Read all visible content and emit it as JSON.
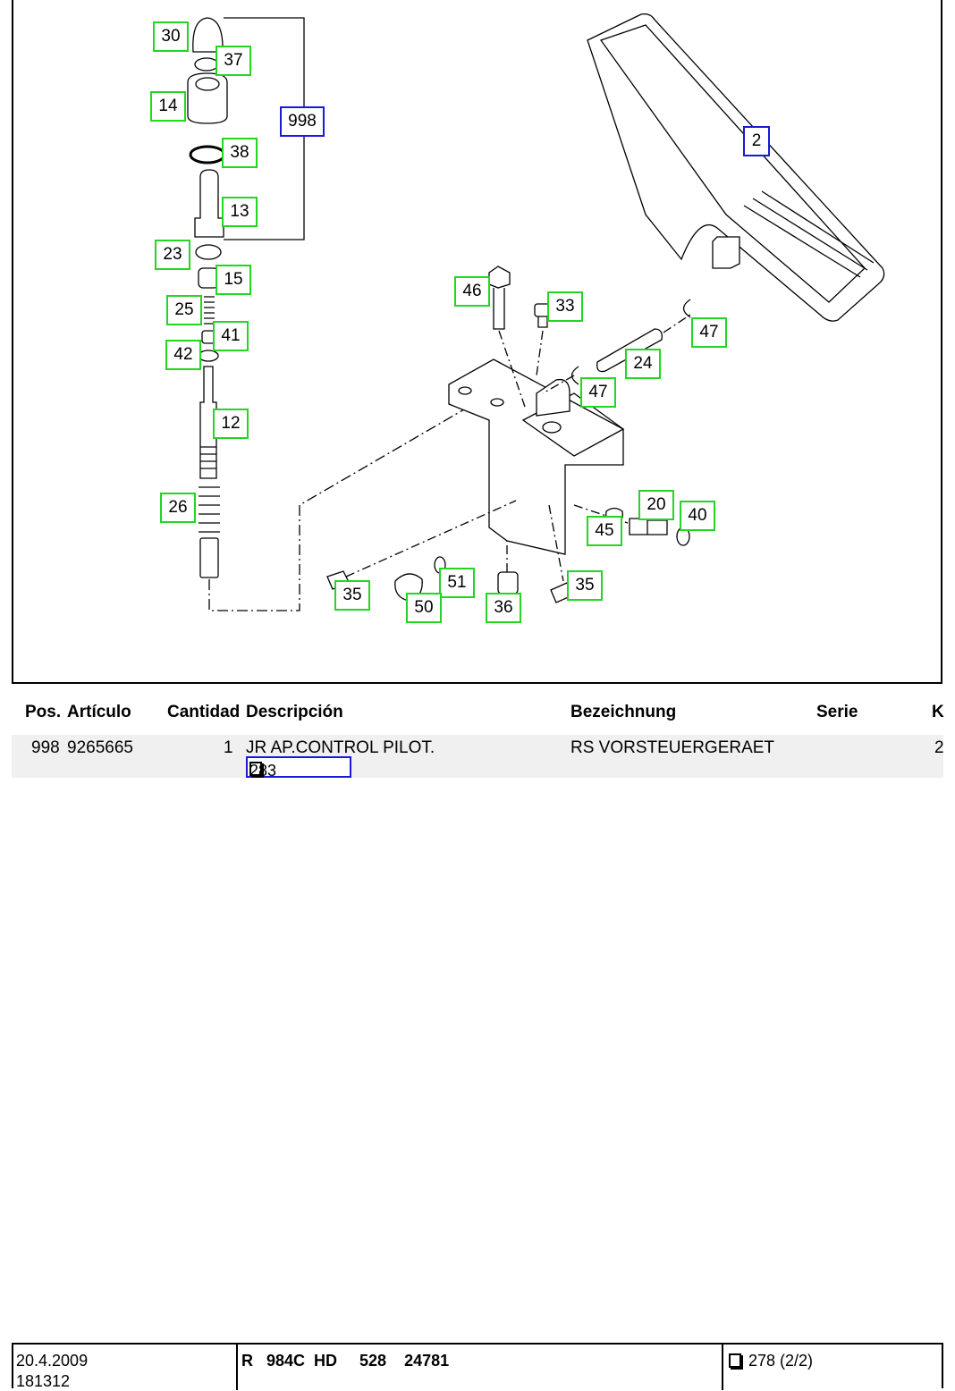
{
  "diagram": {
    "callouts": [
      {
        "label": "30",
        "kind": "part"
      },
      {
        "label": "37",
        "kind": "part"
      },
      {
        "label": "14",
        "kind": "part"
      },
      {
        "label": "998",
        "kind": "assembly"
      },
      {
        "label": "38",
        "kind": "part"
      },
      {
        "label": "13",
        "kind": "part"
      },
      {
        "label": "23",
        "kind": "part"
      },
      {
        "label": "15",
        "kind": "part"
      },
      {
        "label": "25",
        "kind": "part"
      },
      {
        "label": "41",
        "kind": "part"
      },
      {
        "label": "42",
        "kind": "part"
      },
      {
        "label": "12",
        "kind": "part"
      },
      {
        "label": "26",
        "kind": "part"
      },
      {
        "label": "2",
        "kind": "assembly"
      },
      {
        "label": "46",
        "kind": "part"
      },
      {
        "label": "33",
        "kind": "part"
      },
      {
        "label": "47",
        "kind": "part"
      },
      {
        "label": "24",
        "kind": "part"
      },
      {
        "label": "47",
        "kind": "part"
      },
      {
        "label": "20",
        "kind": "part"
      },
      {
        "label": "40",
        "kind": "part"
      },
      {
        "label": "45",
        "kind": "part"
      },
      {
        "label": "35",
        "kind": "part"
      },
      {
        "label": "51",
        "kind": "part"
      },
      {
        "label": "50",
        "kind": "part"
      },
      {
        "label": "36",
        "kind": "part"
      },
      {
        "label": "35",
        "kind": "part"
      }
    ]
  },
  "table": {
    "headers": {
      "pos": "Pos.",
      "articulo": "Artículo",
      "cantidad": "Cantidad",
      "descripcion": "Descripción",
      "bezeichnung": "Bezeichnung",
      "serie": "Serie",
      "k": "K"
    },
    "rows": [
      {
        "pos": "998",
        "articulo": "9265665",
        "cantidad": "1",
        "descripcion": "JR AP.CONTROL PILOT.",
        "bezeichnung": "RS VORSTEUERGERAET",
        "serie": "",
        "k": "2",
        "ref_arrow": "->",
        "ref_page": "283"
      }
    ]
  },
  "footer": {
    "date": "20.4.2009",
    "code": "181312",
    "model": "R   984C  HD     528    24781",
    "page": "278 (2/2)"
  },
  "colors": {
    "part_callout_border": "#22d622",
    "assembly_callout_border": "#1a1ad6",
    "row_background": "#f0f0f0"
  },
  "icons": [
    "book-icon",
    "arrow-right-icon"
  ]
}
